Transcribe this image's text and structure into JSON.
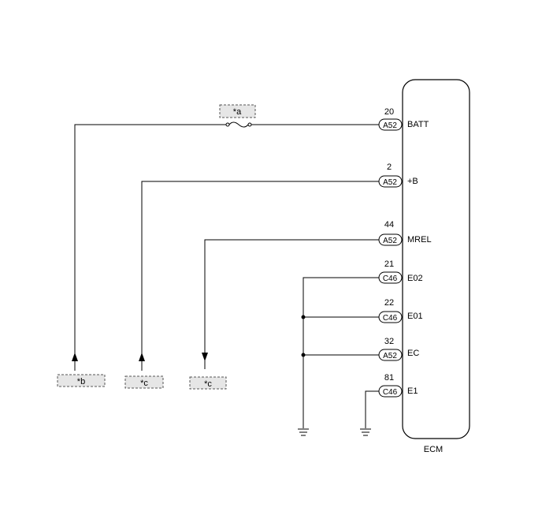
{
  "ecm": {
    "label": "ECM"
  },
  "fuse_label": "*a",
  "terminals": [
    {
      "pin": "20",
      "connector": "A52",
      "name": "BATT"
    },
    {
      "pin": "2",
      "connector": "A52",
      "name": "+B"
    },
    {
      "pin": "44",
      "connector": "A52",
      "name": "MREL"
    },
    {
      "pin": "21",
      "connector": "C46",
      "name": "E02"
    },
    {
      "pin": "22",
      "connector": "C46",
      "name": "E01"
    },
    {
      "pin": "32",
      "connector": "A52",
      "name": "EC"
    },
    {
      "pin": "81",
      "connector": "C46",
      "name": "E1"
    }
  ],
  "refs": [
    {
      "label": "*b"
    },
    {
      "label": "*c"
    },
    {
      "label": "*c"
    }
  ]
}
